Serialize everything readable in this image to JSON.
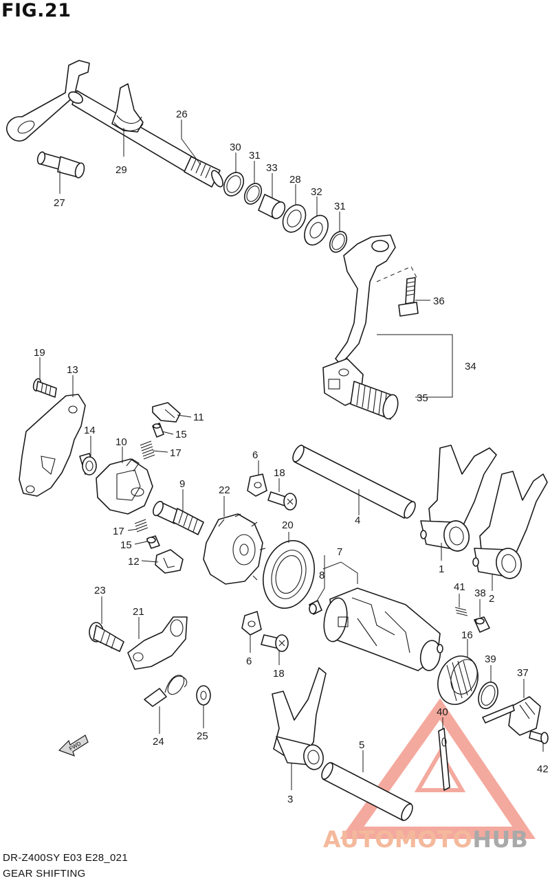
{
  "figure": {
    "title": "FIG.21"
  },
  "callouts": {
    "c1": "1",
    "c2": "2",
    "c3": "3",
    "c4": "4",
    "c5": "5",
    "c6a": "6",
    "c6b": "6",
    "c7": "7",
    "c8": "8",
    "c9": "9",
    "c10": "10",
    "c11": "11",
    "c12": "12",
    "c13": "13",
    "c14": "14",
    "c15a": "15",
    "c15b": "15",
    "c16": "16",
    "c17a": "17",
    "c17b": "17",
    "c18a": "18",
    "c18b": "18",
    "c19": "19",
    "c20": "20",
    "c21": "21",
    "c22": "22",
    "c23": "23",
    "c24": "24",
    "c25": "25",
    "c26": "26",
    "c27": "27",
    "c28": "28",
    "c29": "29",
    "c30": "30",
    "c31a": "31",
    "c31b": "31",
    "c32": "32",
    "c33": "33",
    "c34": "34",
    "c35": "35",
    "c36": "36",
    "c37": "37",
    "c38": "38",
    "c39": "39",
    "c40": "40",
    "c41": "41",
    "c42": "42"
  },
  "fwd_arrow": "FWD",
  "footer": {
    "model": "DR-Z400SY E03 E28_021",
    "section": "GEAR SHIFTING"
  },
  "watermark": {
    "brand_part1": "AUTOMOTO",
    "brand_part2": "HUB",
    "accent_color": "#e8432b",
    "gray_color": "#9e9e9e"
  }
}
